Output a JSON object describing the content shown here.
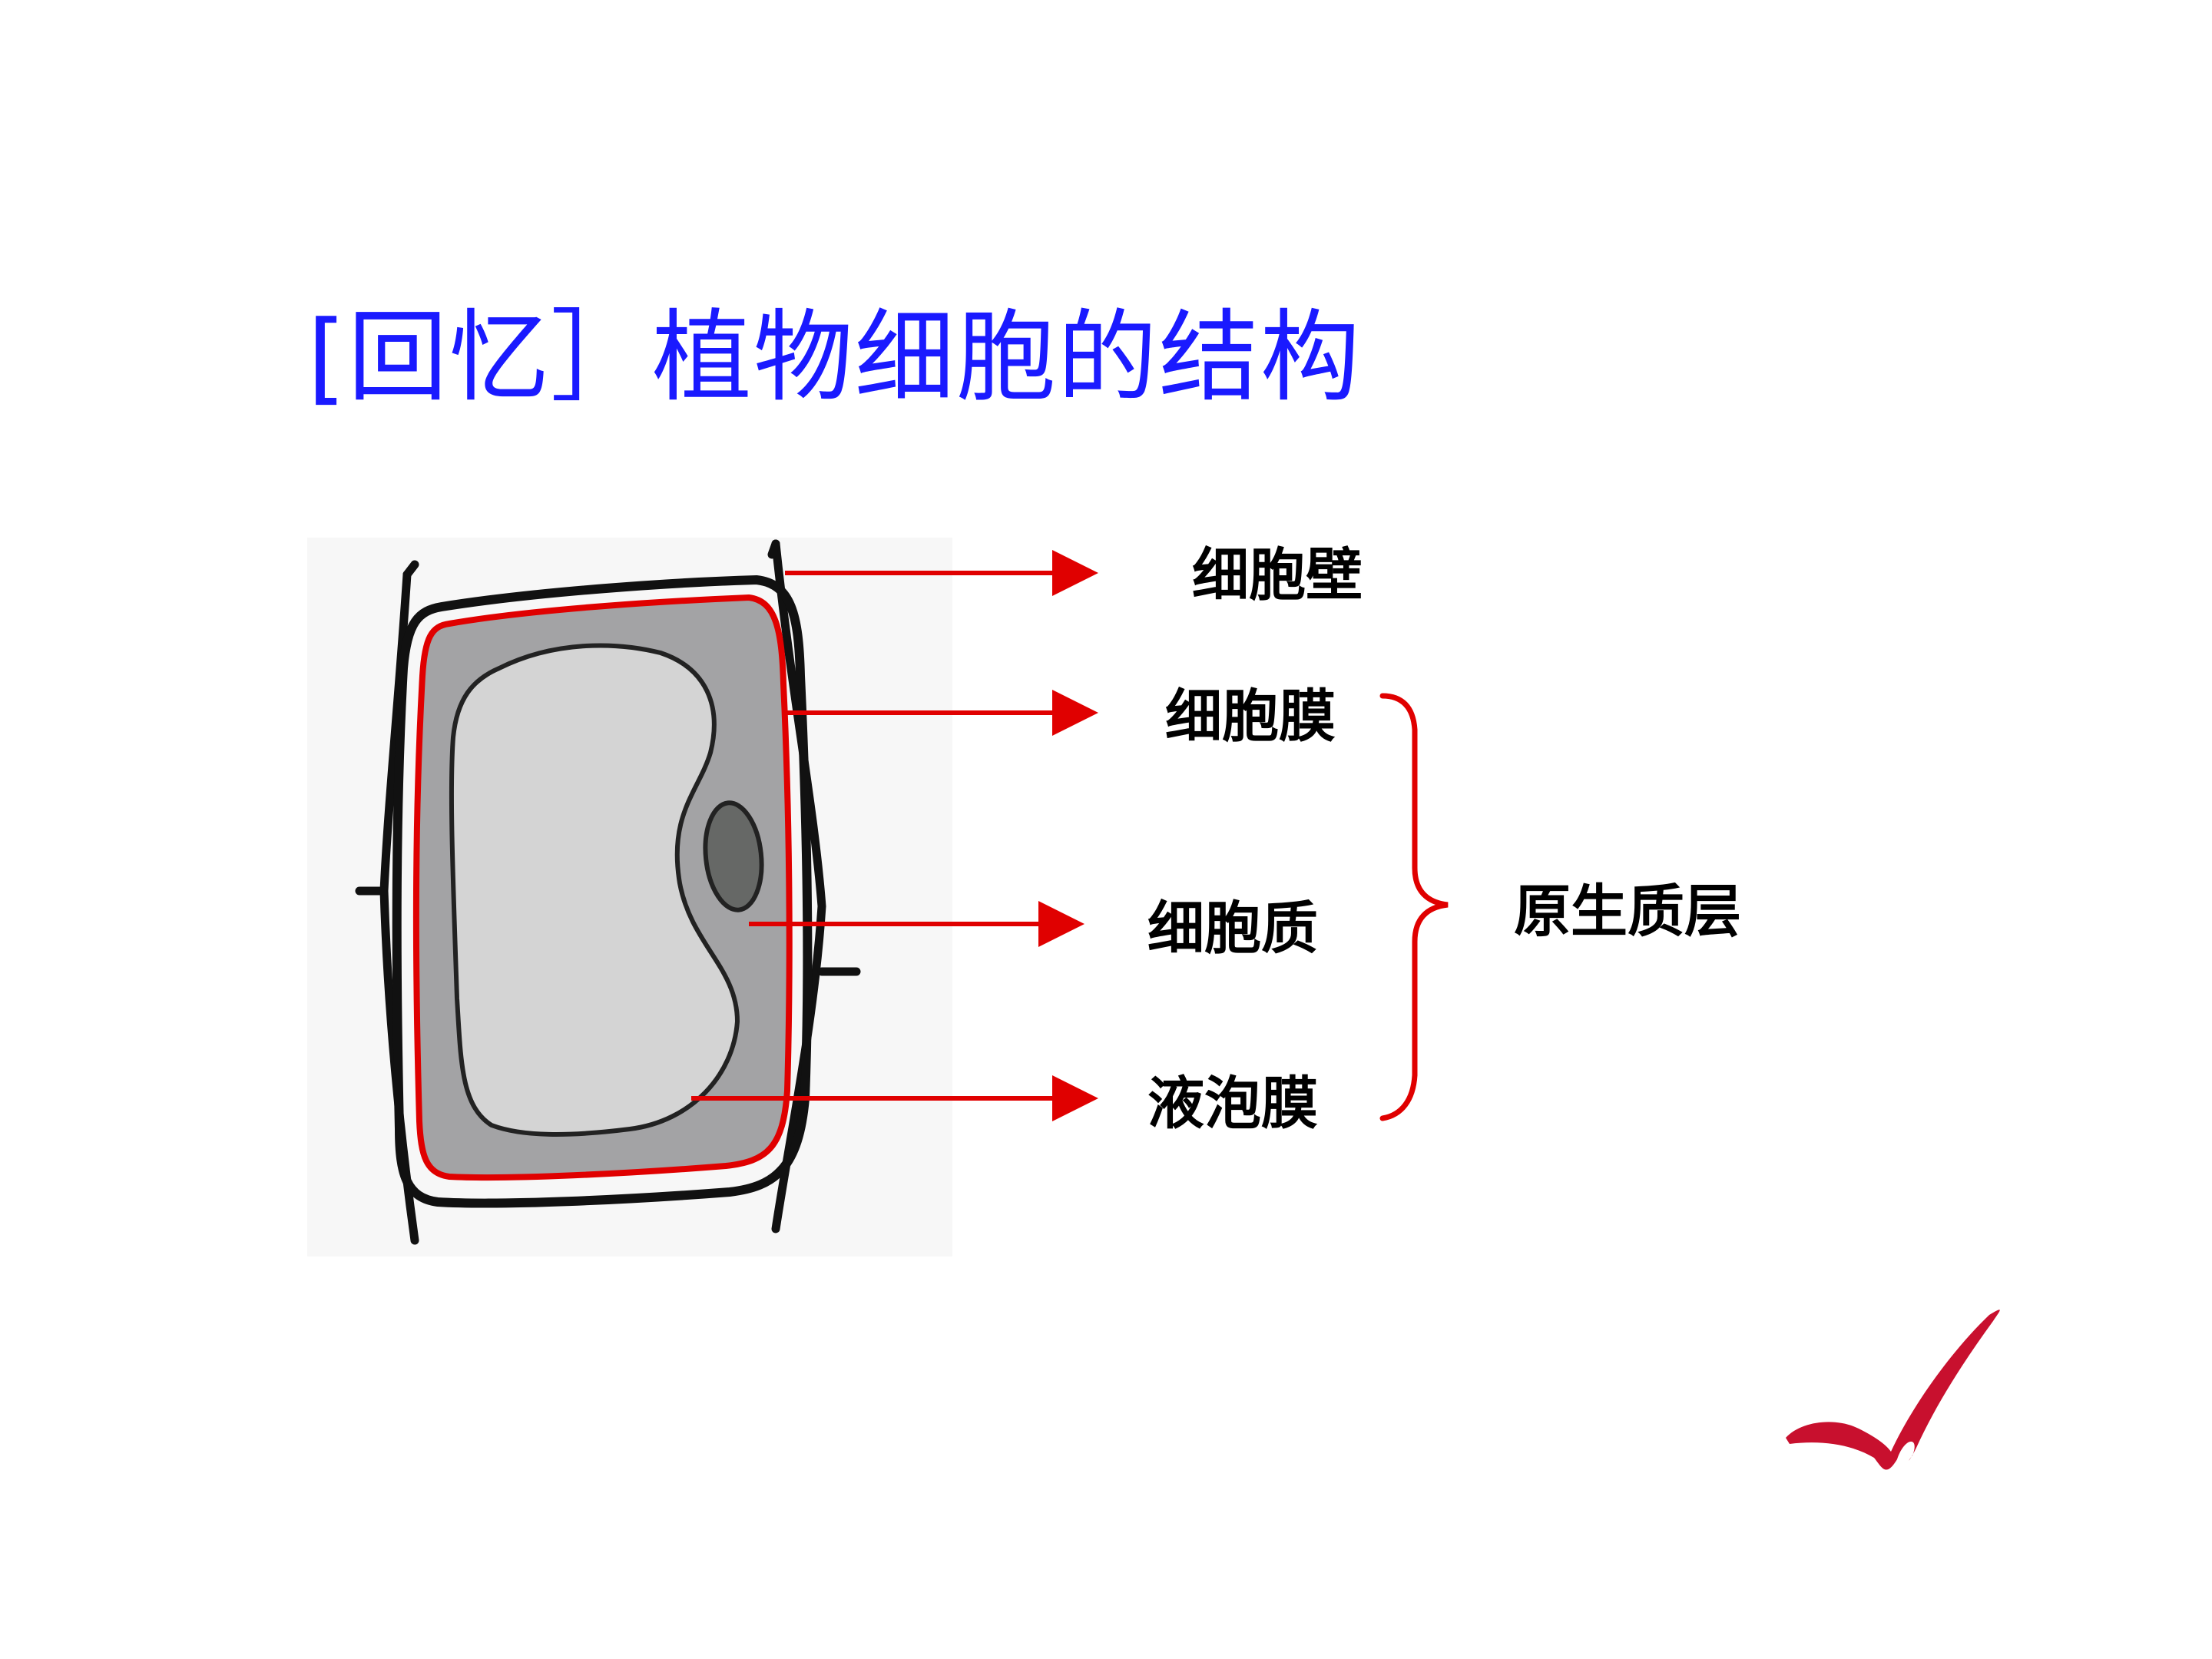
{
  "slide": {
    "title": "[回忆］植物细胞的结构"
  },
  "labels": {
    "cell_wall": "细胞壁",
    "cell_membrane": "细胞膜",
    "cytoplasm": "细胞质",
    "vacuole_membrane": "液泡膜",
    "protoplast_layer": "原生质层"
  },
  "colors": {
    "title": "#1a1aff",
    "arrow": "#e00000",
    "brace": "#e00000",
    "membrane": "#e00000",
    "cell_wall": "#111111",
    "cytoplasm": "#a3a3a5",
    "vacuole": "#d4d4d4",
    "nucleus": "#666866",
    "checkmark": "#c8102e"
  },
  "icons": {
    "checkmark": "checkmark-icon"
  }
}
